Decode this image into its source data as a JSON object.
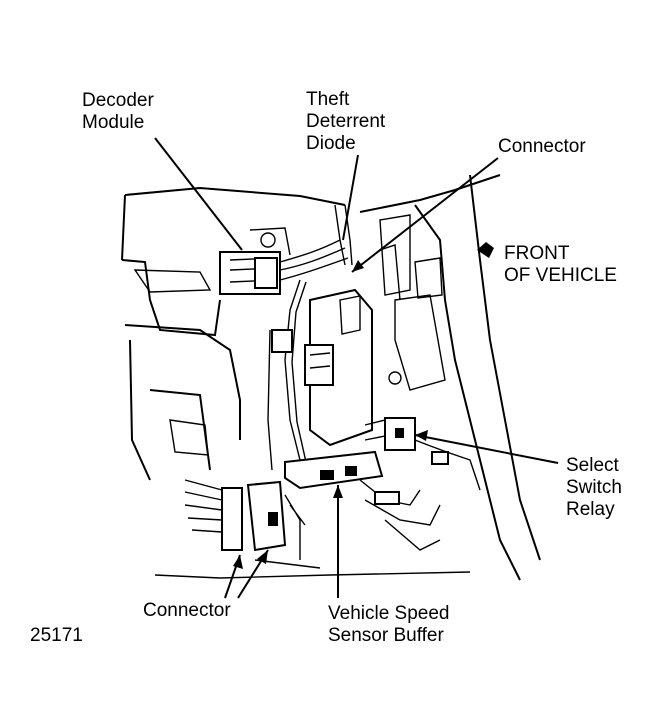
{
  "labels": {
    "decoder_module": "Decoder\nModule",
    "theft_deterrent_diode": "Theft\nDeterrent\nDiode",
    "connector_top": "Connector",
    "front_of_vehicle": "FRONT\nOF VEHICLE",
    "select_switch_relay": "Select\nSwitch\nRelay",
    "connector_bottom": "Connector",
    "vehicle_speed_sensor_buffer": "Vehicle Speed\nSensor Buffer",
    "figure_number": "25171"
  },
  "icons": {
    "front_marker": "front-arrow-icon"
  }
}
